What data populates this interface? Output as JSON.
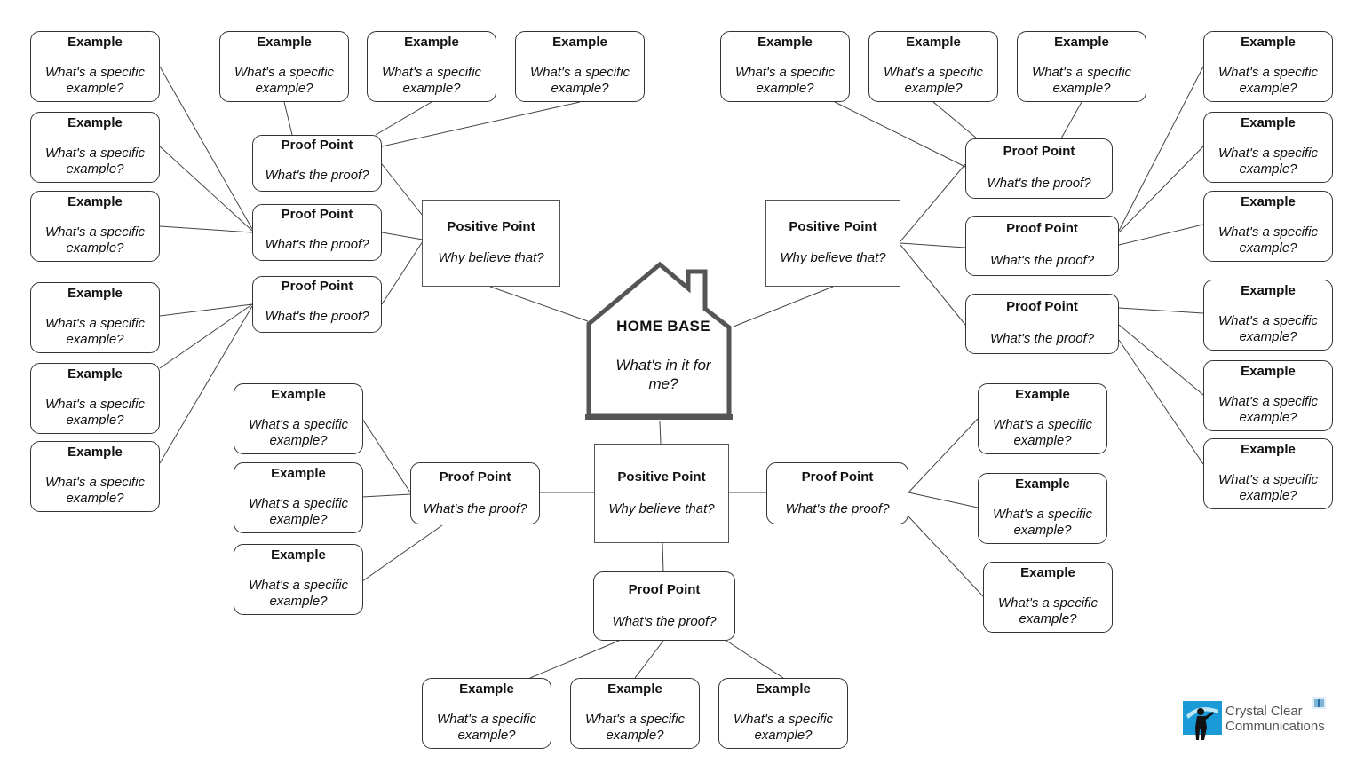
{
  "home": {
    "title": "HOME BASE",
    "subtitle": "What's in it for me?"
  },
  "positive": {
    "title": "Positive Point",
    "subtitle": "Why believe that?"
  },
  "proof": {
    "title": "Proof Point",
    "subtitle": "What's the proof?"
  },
  "example": {
    "title": "Example",
    "subtitle": "What's a specific example?"
  },
  "brand": {
    "line1": "Crystal Clear",
    "line2": "Communications",
    "color": "#1a9bd7"
  },
  "colors": {
    "line": "#444444",
    "border": "#333333",
    "house": "#555555"
  }
}
